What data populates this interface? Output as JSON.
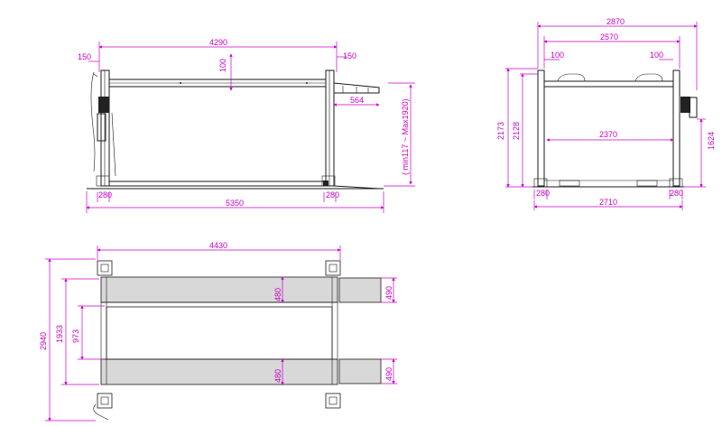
{
  "colors": {
    "dimension": "#c800c8",
    "line": "#1a1a1a",
    "ramp_fill": "#d8d8d8"
  },
  "side_view": {
    "d_top": "4290",
    "d_left_150": "150",
    "d_right_150": "150",
    "d_100": "100",
    "d_564": "564",
    "d_height": "( min117 ~ Max1920)",
    "d_280_left": "280",
    "d_280_right": "280",
    "d_total": "5350"
  },
  "front_view": {
    "d_2870": "2870",
    "d_2570": "2570",
    "d_100_left": "100",
    "d_100_right": "100",
    "d_2173": "2173",
    "d_2128": "2128",
    "d_2370": "2370",
    "d_1624": "1624",
    "d_280_left": "280",
    "d_280_right": "280",
    "d_2710": "2710"
  },
  "top_view": {
    "d_4430": "4430",
    "d_2940": "2940",
    "d_1933": "1933",
    "d_973": "973",
    "d_480_top": "480",
    "d_480_bottom": "480",
    "d_490_top": "490",
    "d_490_bottom": "490"
  }
}
